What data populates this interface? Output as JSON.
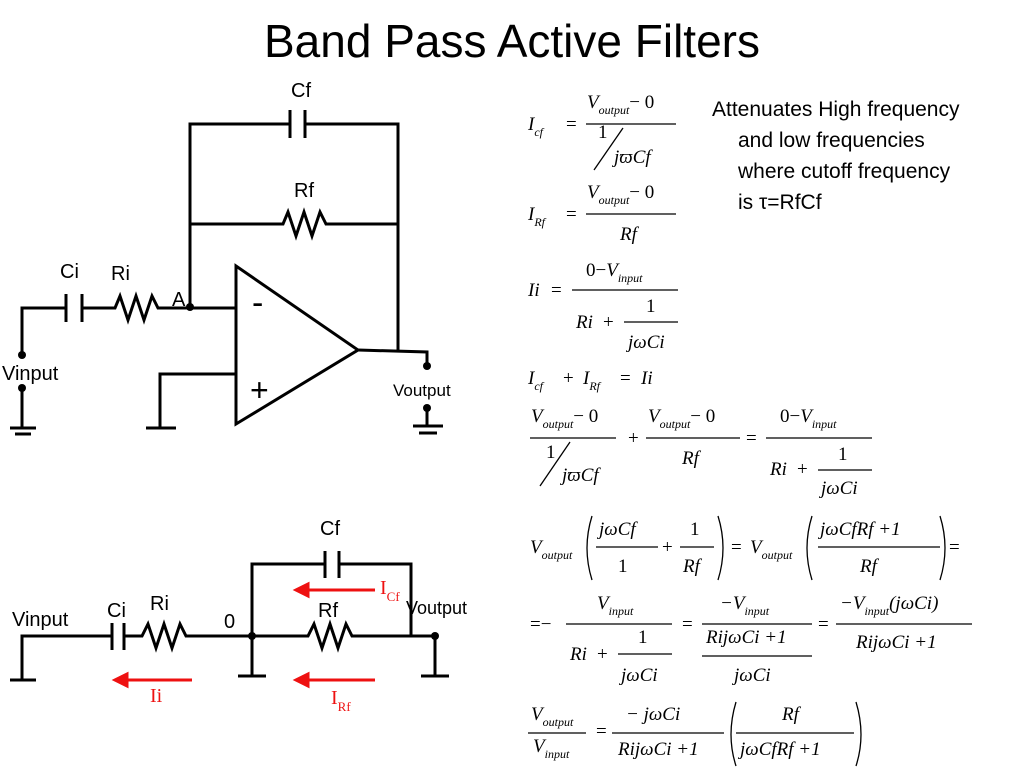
{
  "title": "Band Pass Active Filters",
  "note": {
    "color_text": "#000000",
    "lines": [
      "Attenuates High frequency",
      "and low frequencies",
      "where cutoff frequency",
      "is τ=RfCf"
    ]
  },
  "top_circuit": {
    "cf": "Cf",
    "rf": "Rf",
    "ci": "Ci",
    "ri": "Ri",
    "node_a": "A",
    "minus": "-",
    "plus": "+",
    "vinput": "Vinput",
    "voutput": "Voutput"
  },
  "bottom_circuit": {
    "cf": "Cf",
    "rf": "Rf",
    "ci": "Ci",
    "ri": "Ri",
    "node_0": "0",
    "vinput": "Vinput",
    "voutput": "Voutput",
    "i_cf": "I",
    "i_cf_sub": "Cf",
    "i_rf": "I",
    "i_rf_sub": "Rf",
    "i_i": "Ii",
    "arrow_color": "#ee1111"
  },
  "equations": {
    "I": "I",
    "cf": "cf",
    "Rf_sub": "Rf",
    "eq": "=",
    "plus": "+",
    "minus": "−",
    "zero": "0",
    "one": "1",
    "Voutput_num": "V",
    "output": "output",
    "input": "input",
    "minus0": "− 0",
    "jwCf": "jϖCf",
    "jwCf2": "jωCf",
    "Rf": "Rf",
    "Ii": "Ii",
    "Ri": "Ri",
    "jwCi": "jωCi",
    "jwCfRf1": "jωCfRf +1",
    "RijwCi1": "RijωCi +1",
    "minusV": "−V",
    "minusjwCi": "− jωCi",
    "jwCi_paren": "(jωCi)"
  }
}
